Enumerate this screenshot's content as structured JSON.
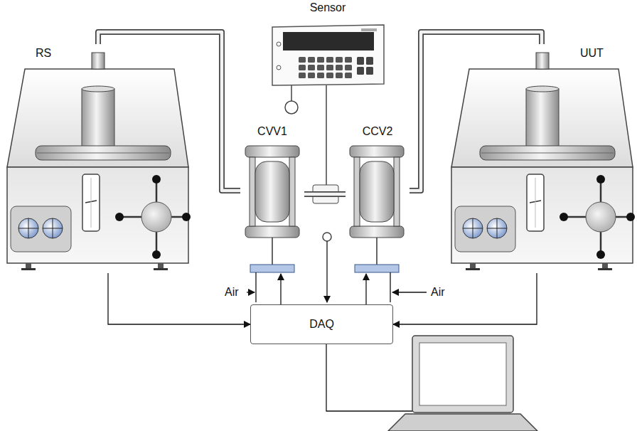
{
  "diagram": {
    "nodes": [
      {
        "text": [
          "Sensor"
        ]
      },
      {
        "text": [
          "RS"
        ]
      },
      {
        "text": [
          "UUT"
        ]
      },
      {
        "text": [
          "CVV1"
        ]
      },
      {
        "text": [
          "CCV2"
        ]
      },
      {
        "text": [
          "DAQ"
        ]
      }
    ],
    "edges": [
      {
        "from": 1,
        "to": 3,
        "arrow": "none"
      },
      {
        "from": 3,
        "to": 4,
        "arrow": "none"
      },
      {
        "from": 2,
        "to": 4,
        "arrow": "none"
      },
      {
        "from": 1,
        "to": 5,
        "arrow": "to"
      },
      {
        "from": 2,
        "to": 5,
        "arrow": "to"
      },
      {
        "from": 5,
        "to": 3,
        "arrow": "to"
      },
      {
        "from": 5,
        "to": 4,
        "arrow": "to"
      }
    ],
    "labels": [
      "Air",
      "Air"
    ]
  }
}
